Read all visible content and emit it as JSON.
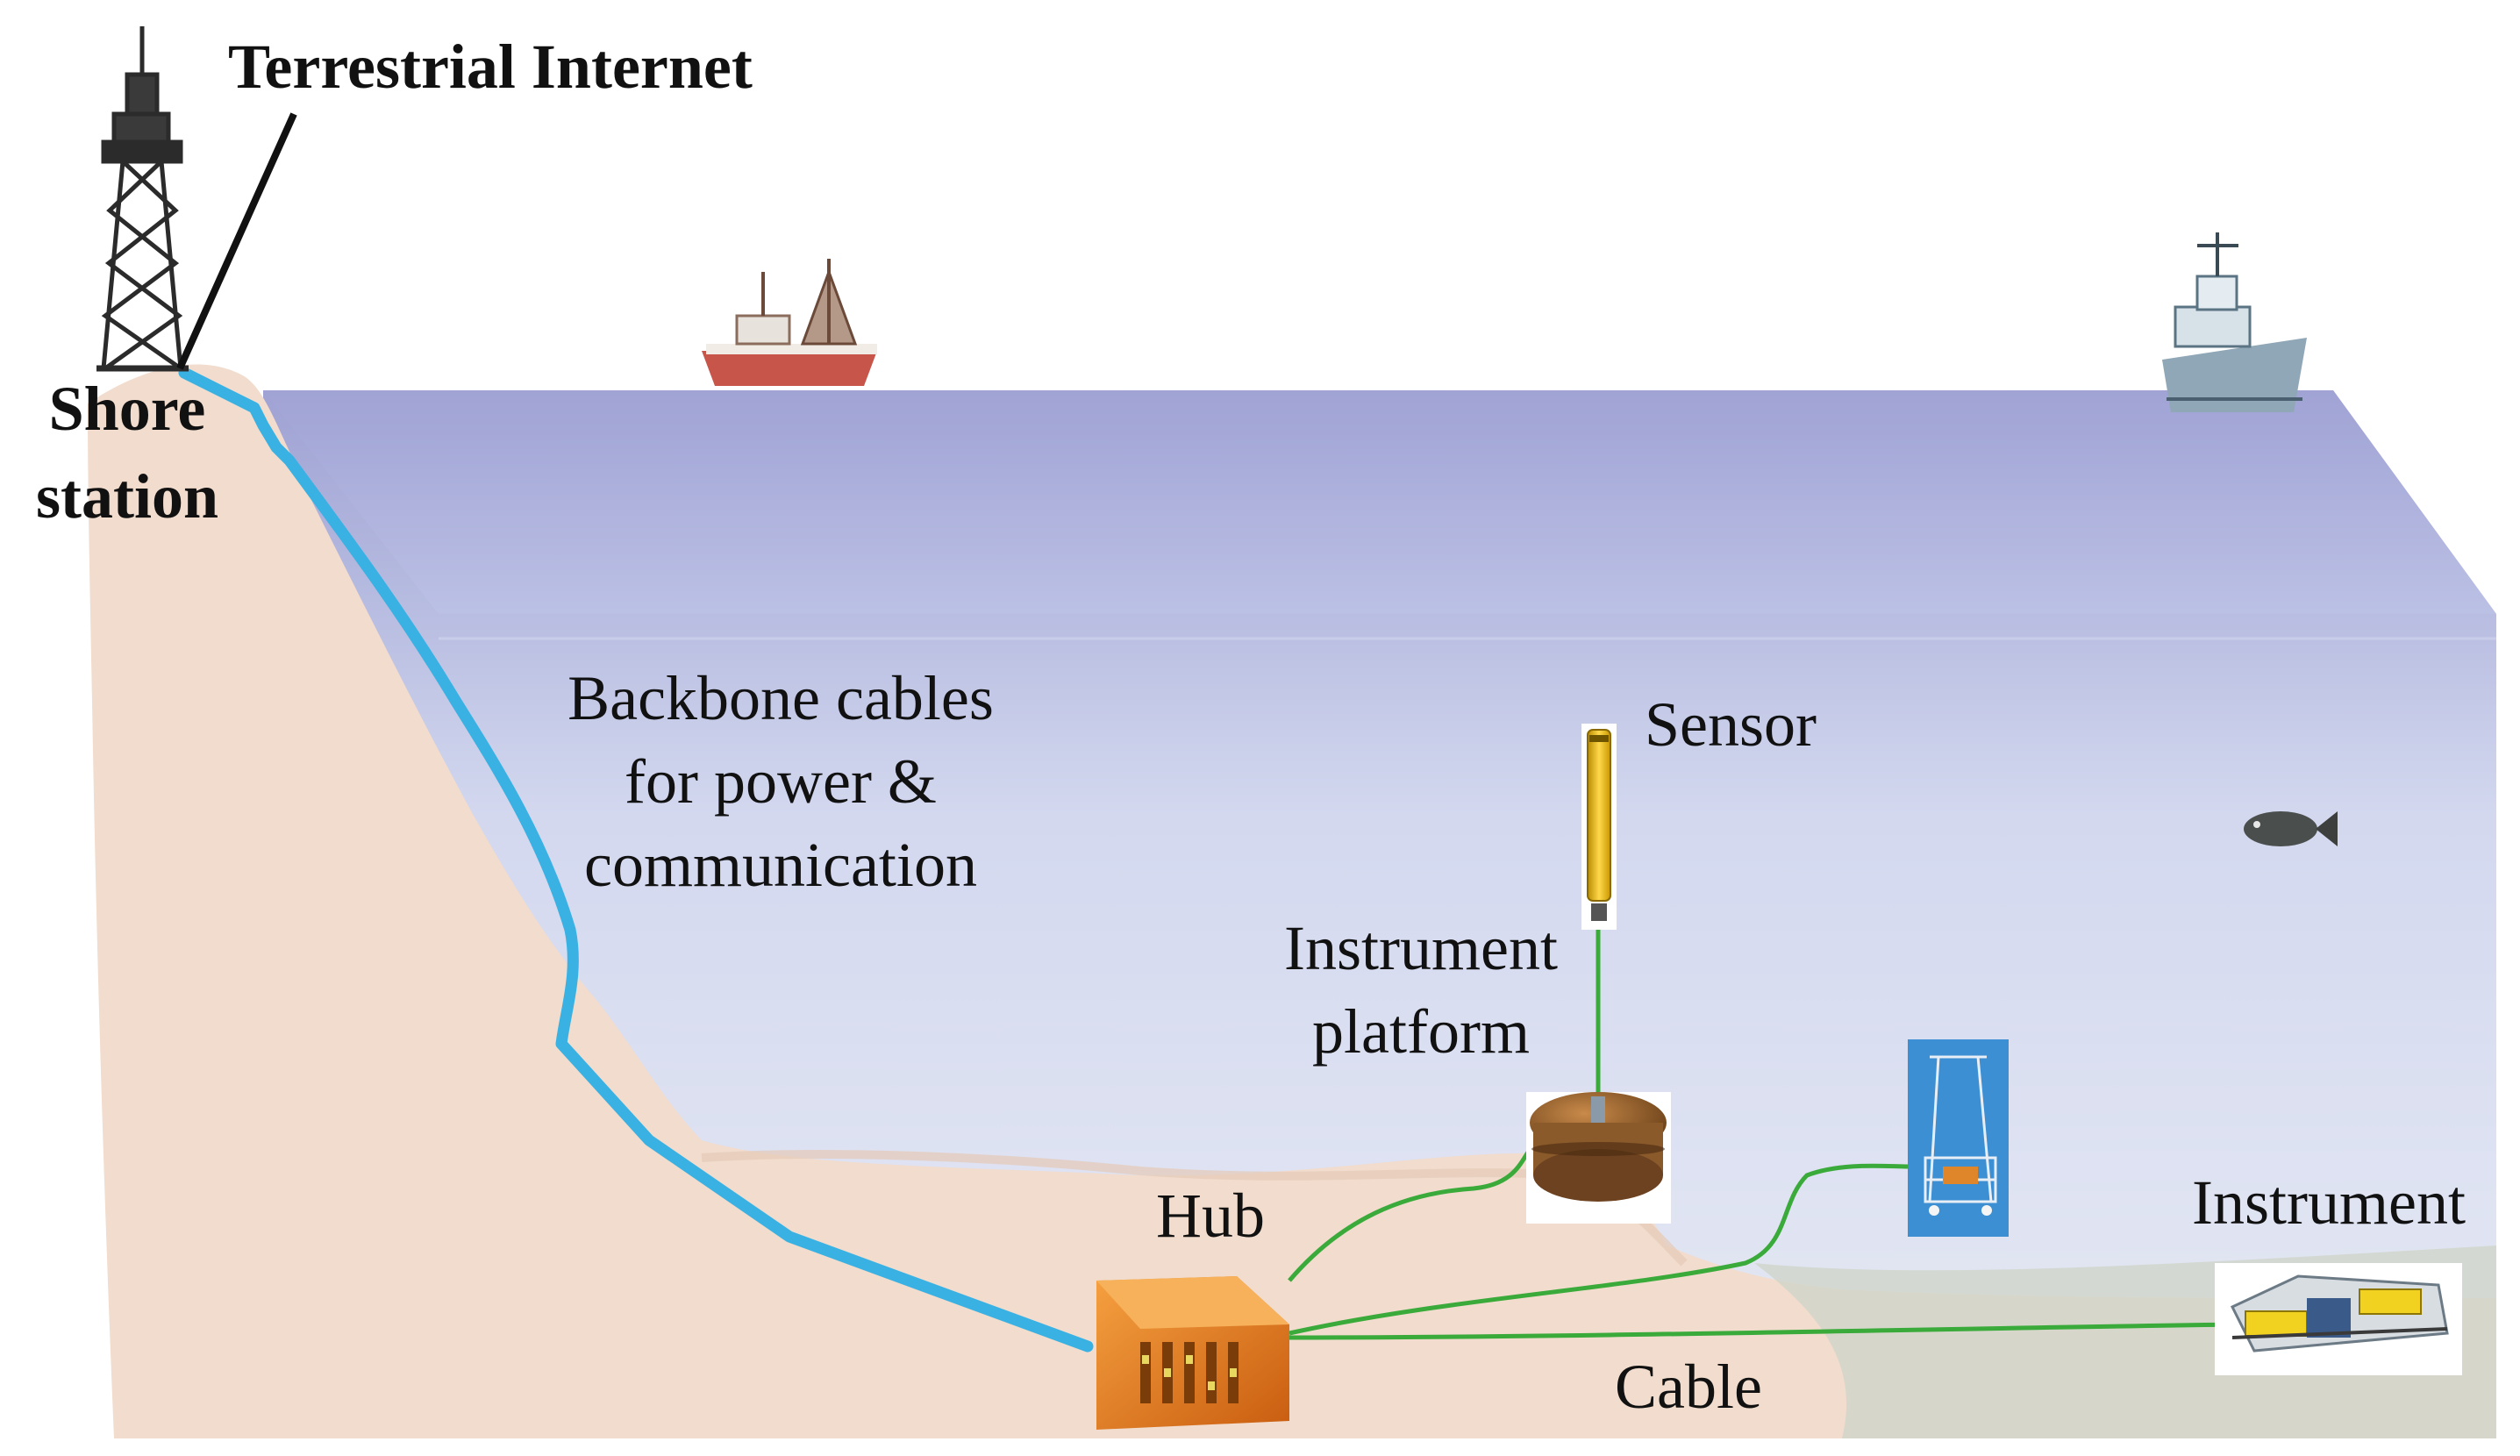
{
  "labels": {
    "terrestrial": "Terrestrial Internet",
    "shore_line1": "Shore",
    "shore_line2": "station",
    "backbone_line1": "Backbone cables",
    "backbone_line2": "for power &",
    "backbone_line3": "communication",
    "sensor": "Sensor",
    "platform_line1": "Instrument",
    "platform_line2": "platform",
    "hub": "Hub",
    "instrument": "Instrument",
    "cable": "Cable"
  },
  "colors": {
    "sea_top": "#a5a8d6",
    "sea_deep": "#dde1f0",
    "sea_front_top": "#c3c8e8",
    "land": "#f2dccd",
    "backbone_cable": "#3ab1e3",
    "node_cable": "#3aaa3a",
    "hub": "#e07a20",
    "sensor": "#f0c020",
    "platform": "#8b5a2b",
    "tower": "#2b2b2b"
  },
  "icons": {
    "tower": "radio-tower-icon",
    "fishing_boat": "fishing-boat-icon",
    "research_ship": "research-ship-icon",
    "fish": "fish-icon",
    "sensor": "sensor-icon",
    "platform": "instrument-platform-icon",
    "hub": "hub-icon",
    "frame_instrument": "frame-instrument-icon",
    "seafloor_instrument": "seafloor-instrument-icon"
  }
}
